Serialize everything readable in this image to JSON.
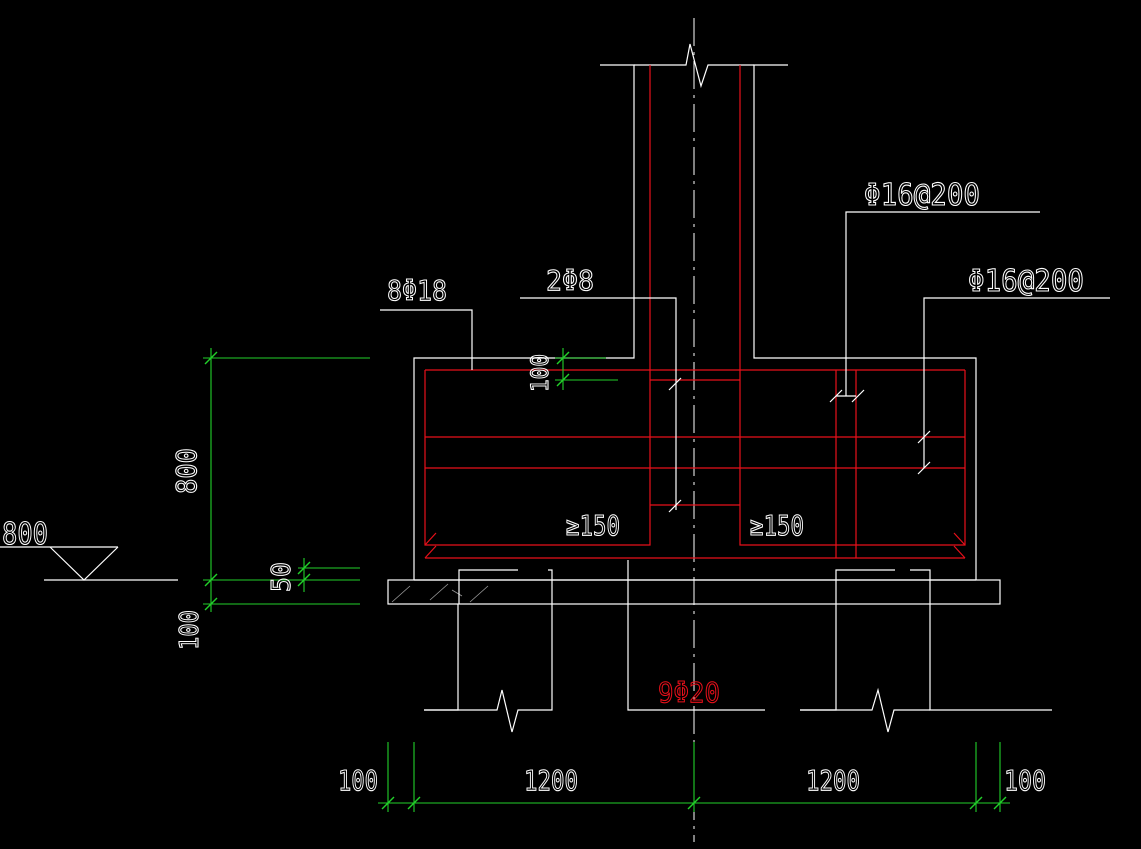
{
  "labels": {
    "top_rebar": "8Φ18",
    "stirrup": "2Φ8",
    "side_bar_upper": "Φ16@200",
    "side_bar_right": "Φ16@200",
    "bottom_bar": "9Φ20",
    "anchor_left": "≥150",
    "anchor_right": "≥150",
    "elevation": "800"
  },
  "dimensions": {
    "height_total": "800",
    "cover_top": "100",
    "cushion": "50",
    "blinding": "100",
    "bottom_left_edge": "100",
    "bottom_left_span": "1200",
    "bottom_right_span": "1200",
    "bottom_right_edge": "100"
  },
  "colors": {
    "outline": "#ffffff",
    "rebar": "#e8101a",
    "dimension": "#22d12a",
    "background": "#000000"
  }
}
